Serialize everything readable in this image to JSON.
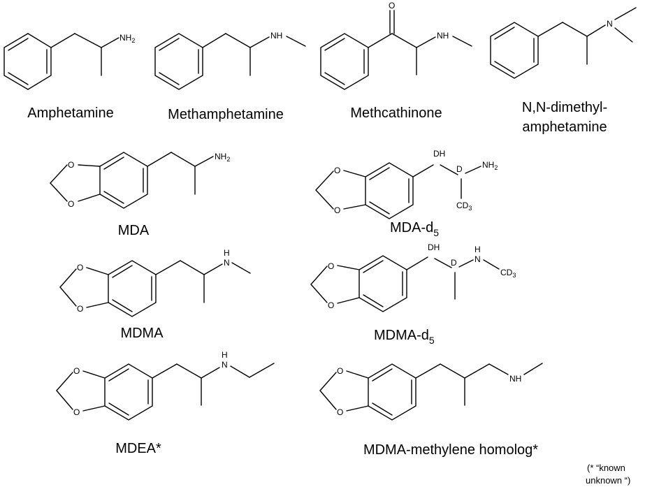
{
  "compounds": [
    {
      "name": "Amphetamine",
      "atoms": {
        "n": "NH2"
      }
    },
    {
      "name": "Methamphetamine",
      "atoms": {
        "n": "NH"
      }
    },
    {
      "name": "Methcathinone",
      "atoms": {
        "o": "O",
        "n": "NH"
      }
    },
    {
      "name_line1": "N,N-dimethyl-",
      "name_line2": "amphetamine",
      "atoms": {
        "n": "N"
      }
    },
    {
      "name": "MDA",
      "atoms": {
        "o1": "O",
        "o2": "O",
        "n": "NH2"
      }
    },
    {
      "name_main": "MDA-d",
      "name_sub": "5",
      "atoms": {
        "o1": "O",
        "o2": "O",
        "dh": "DH",
        "d": "D",
        "n": "NH2",
        "cd3": "CD3"
      }
    },
    {
      "name": "MDMA",
      "atoms": {
        "o1": "O",
        "o2": "O",
        "n": "H N"
      }
    },
    {
      "name_main": "MDMA-d",
      "name_sub": "5",
      "atoms": {
        "o1": "O",
        "o2": "O",
        "dh": "DH",
        "d": "D",
        "n": "H N",
        "cd3": "CD3"
      }
    },
    {
      "name": "MDEA*",
      "atoms": {
        "o1": "O",
        "o2": "O",
        "n": "H N"
      }
    },
    {
      "name": "MDMA-methylene homolog*",
      "atoms": {
        "o1": "O",
        "o2": "O",
        "n": "NH"
      }
    }
  ],
  "footnote": {
    "line1": "(* “known",
    "line2": "unknown  “)"
  }
}
